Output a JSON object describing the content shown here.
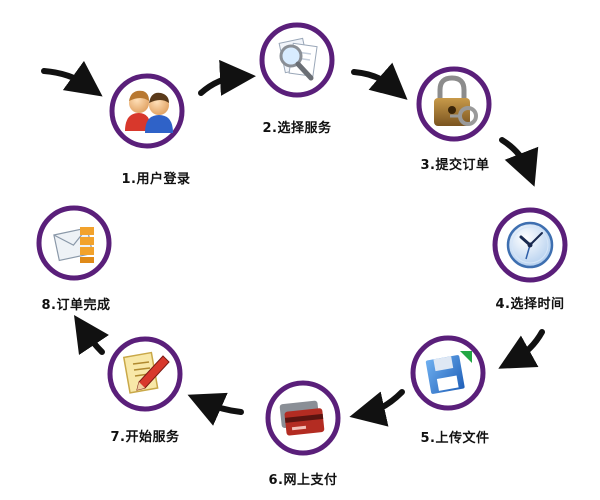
{
  "colors": {
    "ring": "#5a1f7a",
    "arrow": "#111111",
    "text": "#111111"
  },
  "steps": [
    {
      "label": "1.用户登录",
      "icon": "users-icon"
    },
    {
      "label": "2.选择服务",
      "icon": "magnifier-documents-icon"
    },
    {
      "label": "3.提交订单",
      "icon": "padlock-key-icon"
    },
    {
      "label": "4.选择时间",
      "icon": "clock-icon"
    },
    {
      "label": "5.上传文件",
      "icon": "floppy-disk-upload-icon"
    },
    {
      "label": "6.网上支付",
      "icon": "credit-cards-icon"
    },
    {
      "label": "7.开始服务",
      "icon": "pencil-document-icon"
    },
    {
      "label": "8.订单完成",
      "icon": "envelope-stack-icon"
    }
  ]
}
